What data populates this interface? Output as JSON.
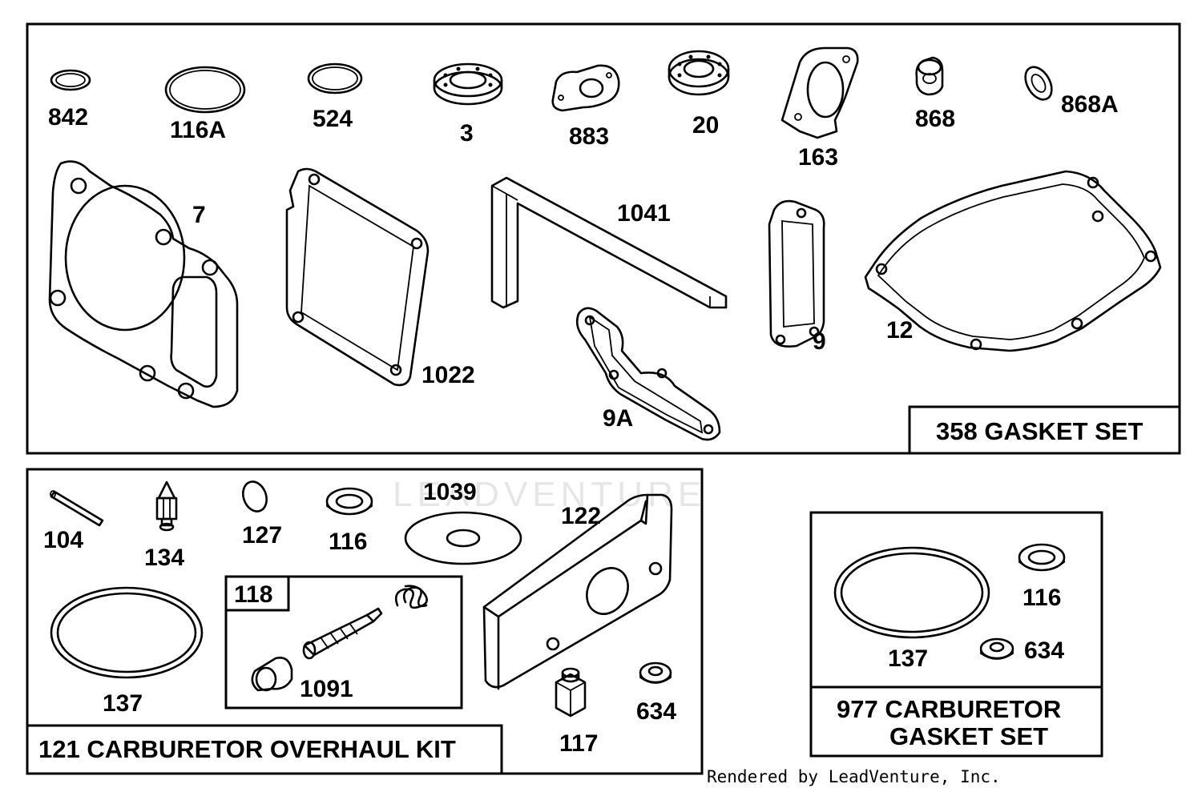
{
  "watermark": "LEADVENTURE",
  "credit": "Rendered by LeadVenture, Inc.",
  "panels": {
    "gasket_set": {
      "title": "358 GASKET SET",
      "labels": {
        "p842": "842",
        "p116a": "116A",
        "p524": "524",
        "p3": "3",
        "p883": "883",
        "p20": "20",
        "p163": "163",
        "p868": "868",
        "p868a": "868A",
        "p7": "7",
        "p1041": "1041",
        "p1022": "1022",
        "p9a": "9A",
        "p9": "9",
        "p12": "12"
      }
    },
    "overhaul_kit": {
      "title": "121 CARBURETOR OVERHAUL KIT",
      "labels": {
        "p104": "104",
        "p134": "134",
        "p127": "127",
        "p116": "116",
        "p1039": "1039",
        "p122": "122",
        "p137": "137",
        "p118": "118",
        "p1091": "1091",
        "p117": "117",
        "p634": "634"
      }
    },
    "carb_gasket_set": {
      "title_line1": "977 CARBURETOR",
      "title_line2": "GASKET SET",
      "labels": {
        "p137": "137",
        "p116": "116",
        "p634": "634"
      }
    }
  }
}
